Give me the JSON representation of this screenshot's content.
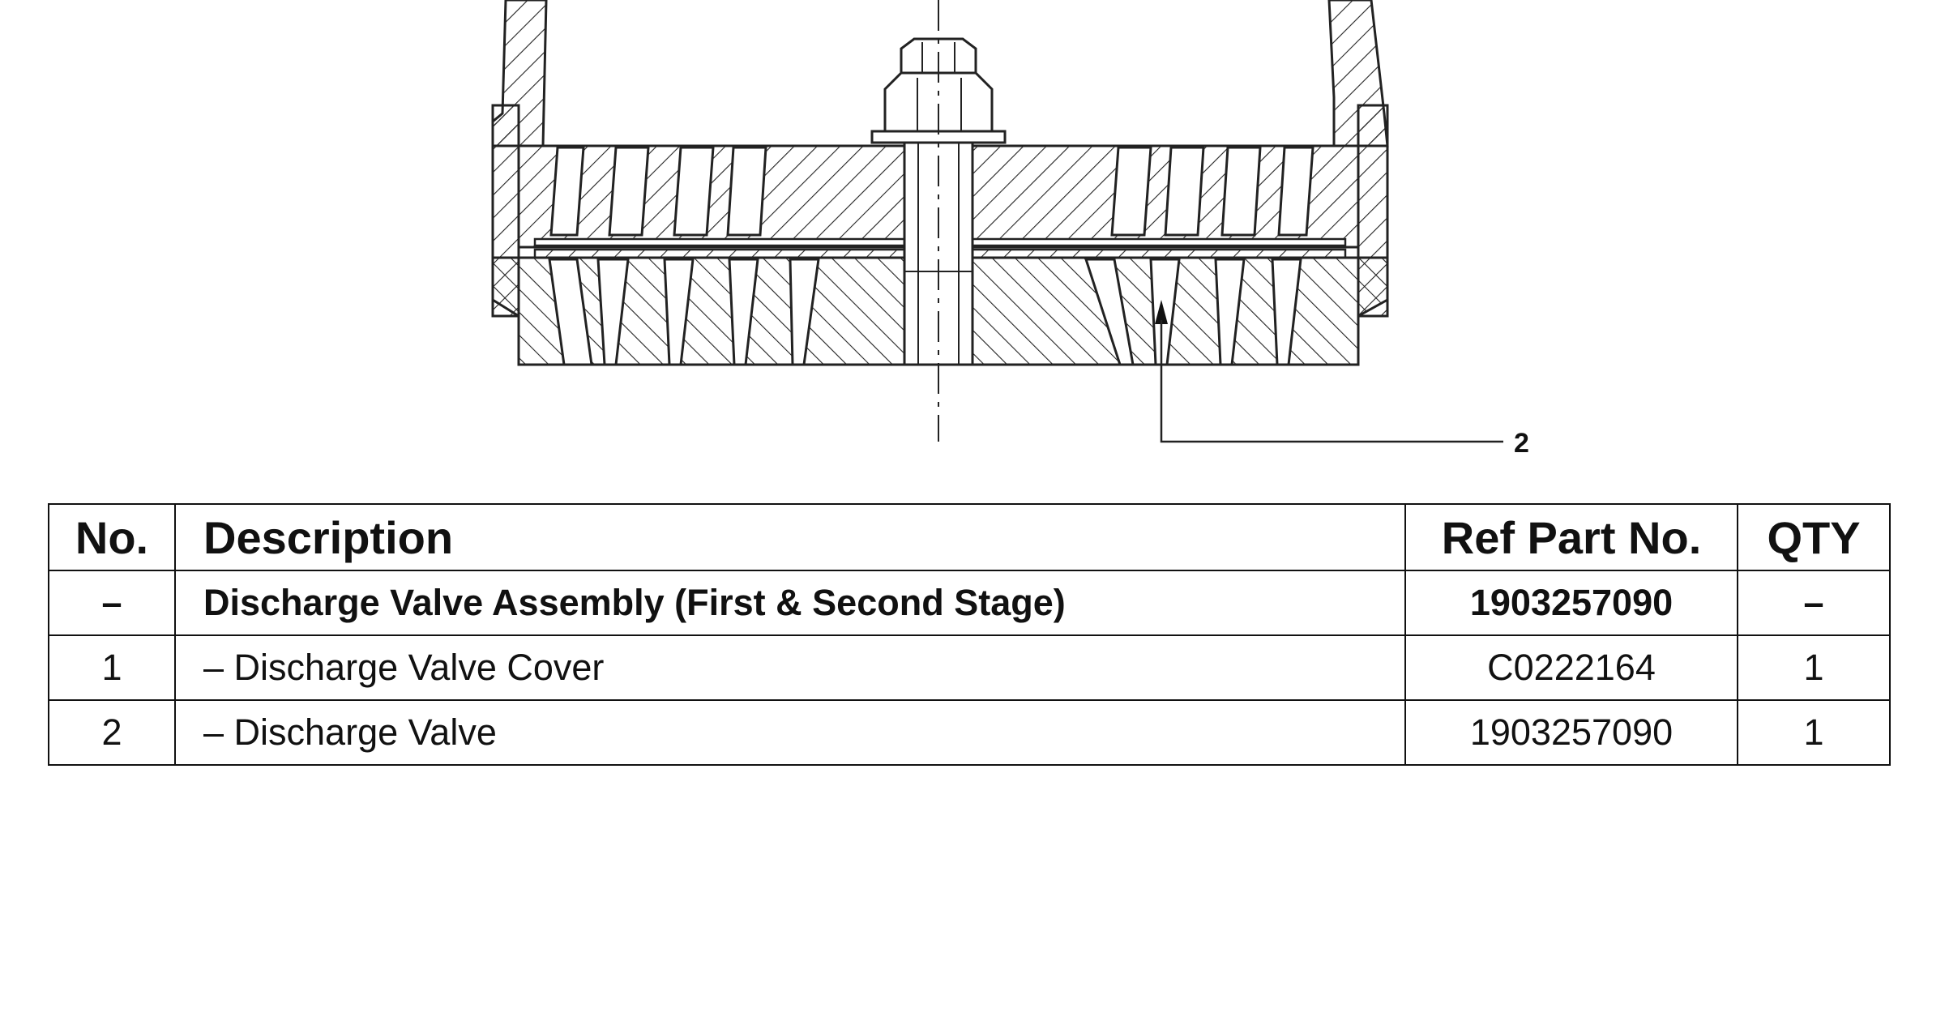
{
  "drawing": {
    "callouts": [
      {
        "label": "2"
      }
    ]
  },
  "parts_table": {
    "headers": {
      "no": "No.",
      "description": "Description",
      "ref_part_no": "Ref Part No.",
      "qty": "QTY"
    },
    "rows": [
      {
        "no": "–",
        "description": "Discharge Valve Assembly (First & Second Stage)",
        "ref_part_no": "1903257090",
        "qty": "–",
        "bold": true
      },
      {
        "no": "1",
        "description": "– Discharge Valve Cover",
        "ref_part_no": "C0222164",
        "qty": "1",
        "bold": false
      },
      {
        "no": "2",
        "description": "– Discharge Valve",
        "ref_part_no": "1903257090",
        "qty": "1",
        "bold": false
      }
    ]
  }
}
